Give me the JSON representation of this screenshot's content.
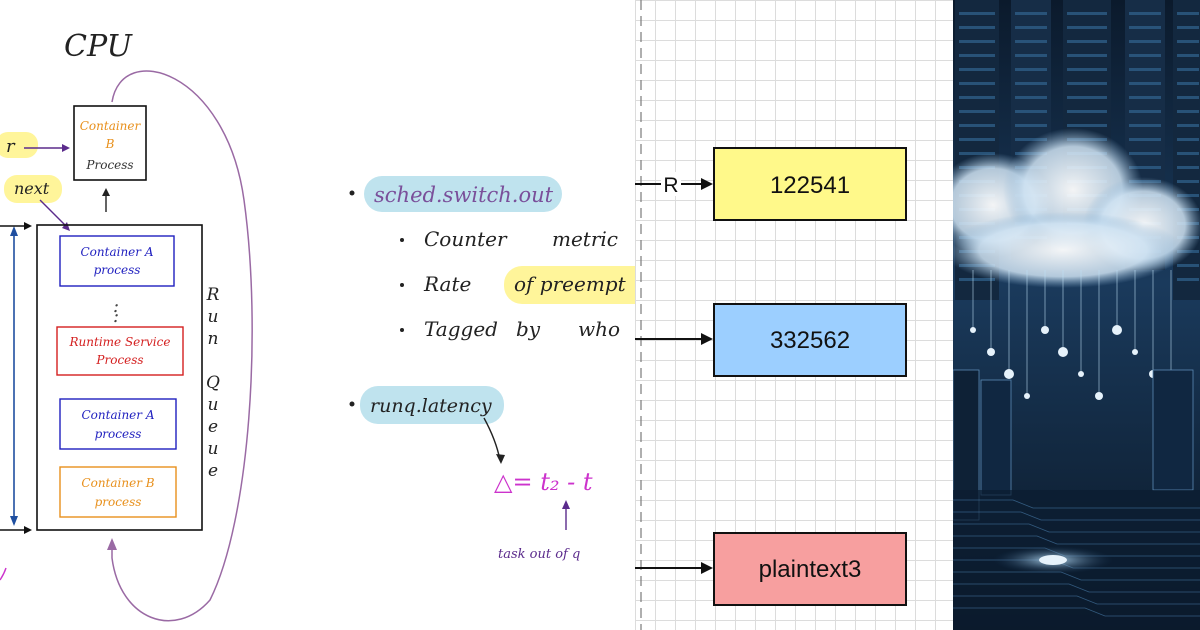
{
  "cpu_diagram": {
    "cpu_label": "CPU",
    "current_box": {
      "line1": "Container",
      "line2": "B",
      "line3": "Process"
    },
    "pointer_label_cut": "r",
    "next_label": "next",
    "queue_items": [
      {
        "line1": "Container A",
        "line2": "process",
        "color": "#1f1fbf"
      },
      {
        "line1": "Runtime Service",
        "line2": "Process",
        "color": "#d42020"
      },
      {
        "line1": "Container A",
        "line2": "process",
        "color": "#1f1fbf"
      },
      {
        "line1": "Container B",
        "line2": "process",
        "color": "#e8901c"
      }
    ],
    "ellipsis": ":",
    "run_queue_letters": [
      "R",
      "u",
      "n",
      "",
      "Q",
      "u",
      "e",
      "u",
      "e"
    ]
  },
  "notes": {
    "bullet1": {
      "tag": "sched.switch.out",
      "tag_color": "#bfe3ee"
    },
    "sub_bullets": [
      {
        "prefix": "Counter",
        "mid": "",
        "cut": "metric"
      },
      {
        "prefix": "Rate",
        "highlight": "of preempt",
        "highlight_color": "#fff59a"
      },
      {
        "prefix": "Tagged",
        "mid": "by",
        "cut": "who"
      }
    ],
    "bullet2": {
      "tag": "runq.latency",
      "tag_color": "#bfe3ee"
    },
    "formula": "△= t₂ - t",
    "formula_color": "#cc33cc",
    "task_note": "task out of q",
    "task_note_color": "#5b2b8c"
  },
  "flow_diagram": {
    "boxes": [
      {
        "label": "122541",
        "fill": "#fff98a"
      },
      {
        "label": "332562",
        "fill": "#9ccfff"
      },
      {
        "label": "plaintext3",
        "fill": "#f79f9f"
      }
    ],
    "arrow_label": "R"
  },
  "datacenter_image": {
    "description_icon": "cloud-datacenter-illustration",
    "palette": [
      "#0b1a2c",
      "#1a3a5c",
      "#7fb3d9",
      "#e6f2fb"
    ]
  }
}
